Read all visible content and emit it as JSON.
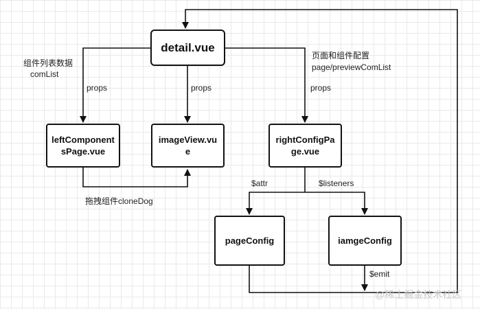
{
  "nodes": {
    "detail": "detail.vue",
    "left": "leftComponentsPage.vue",
    "image": "imageView.vue",
    "right": "rightConfigPage.vue",
    "page": "pageConfig",
    "imageConfig": "iamgeConfig"
  },
  "labels": {
    "comlist_cn": "组件列表数据",
    "comlist": "comList",
    "page_cn": "页面和组件配置",
    "page_list": "page/previewComList",
    "props_left": "props",
    "props_mid": "props",
    "props_right": "props",
    "drag": "拖拽组件cloneDog",
    "attr": "$attr",
    "listeners": "$listeners",
    "emit": "$emit"
  },
  "watermark": "@稀土掘金技术社区",
  "colors": {
    "stroke": "#111111",
    "grid": "#e9e9e9"
  }
}
